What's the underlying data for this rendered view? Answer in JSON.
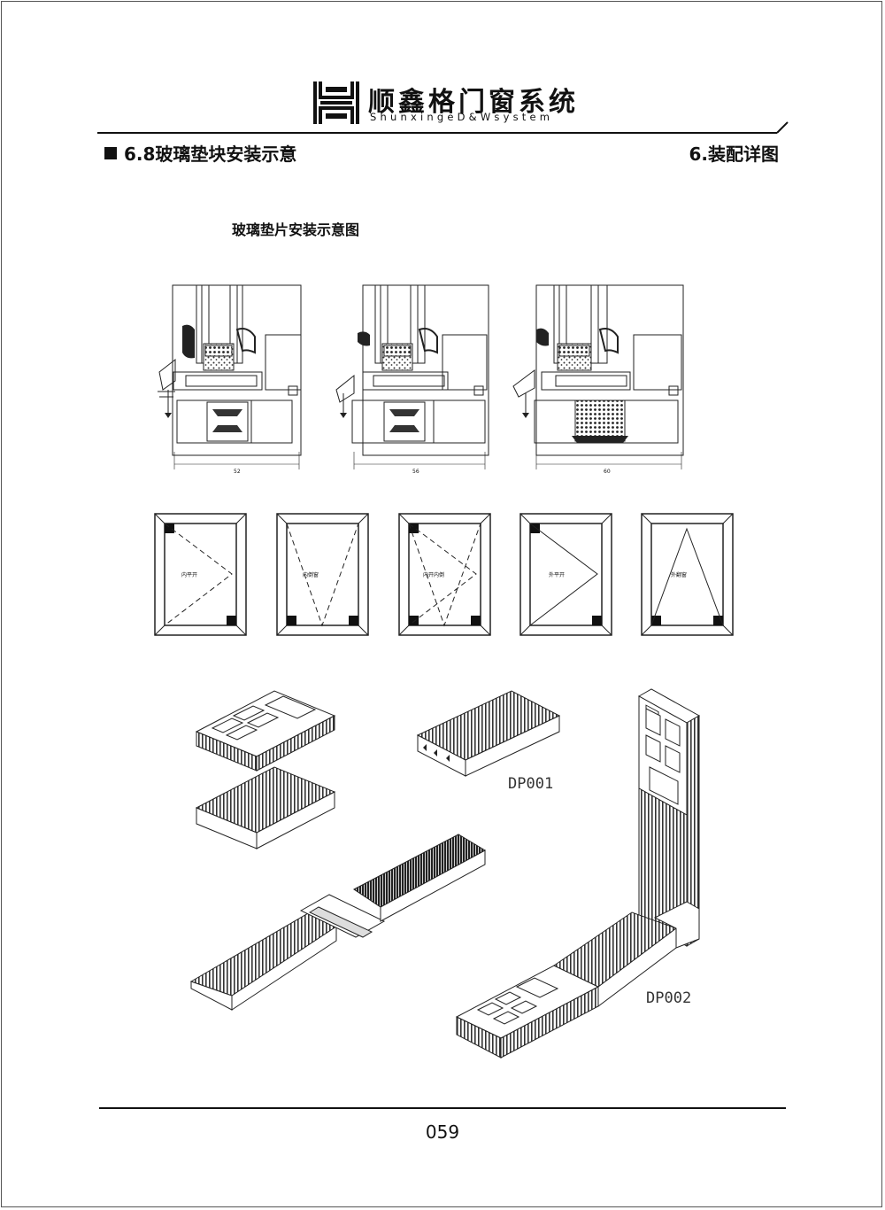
{
  "header": {
    "brand_name": "顺鑫格门窗系统",
    "brand_subtitle": "ShunxingeD&Wsystem"
  },
  "section": {
    "title": "6.8玻璃垫块安装示意",
    "chapter": "6.装配详图"
  },
  "figure": {
    "title": "玻璃垫片安装示意图",
    "section_dimensions": [
      "52",
      "56",
      "60"
    ],
    "window_types": [
      "内平开",
      "内倒窗",
      "内开内倒",
      "外平开",
      "外翻窗"
    ],
    "part_labels": [
      "DP001",
      "DP002"
    ]
  },
  "footer": {
    "page_number": "059"
  }
}
